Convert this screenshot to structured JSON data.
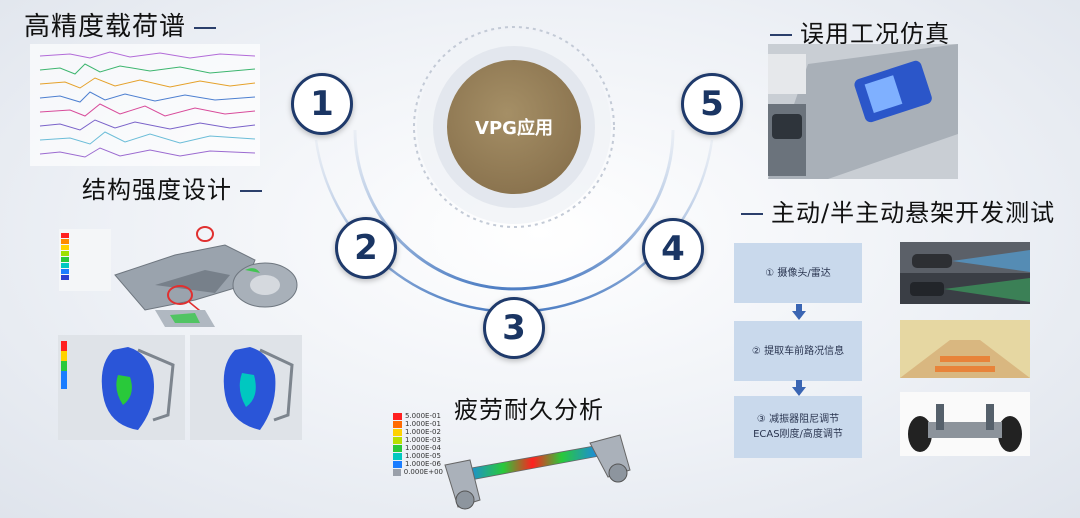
{
  "center": {
    "label": "VPG应用"
  },
  "steps": [
    {
      "number": "1",
      "title": "高精度载荷谱"
    },
    {
      "number": "2",
      "title": "结构强度设计"
    },
    {
      "number": "3",
      "title": "疲劳耐久分析"
    },
    {
      "number": "4",
      "title": "主动/半主动悬架开发测试"
    },
    {
      "number": "5",
      "title": "误用工况仿真"
    }
  ],
  "suspension_flow": [
    {
      "label": "① 摄像头/雷达"
    },
    {
      "label": "② 提取车前路况信息"
    },
    {
      "label": "③ 减振器阻尼调节",
      "label2": "ECAS刚度/高度调节"
    }
  ],
  "fatigue_legend": {
    "entries": [
      "5.000E-01",
      "1.000E-01",
      "1.000E-02",
      "1.000E-03",
      "1.000E-04",
      "1.000E-05",
      "1.000E-06",
      "0.000E+00"
    ],
    "colors": [
      "#ff2020",
      "#ff6a00",
      "#ffd200",
      "#b8e000",
      "#29c93a",
      "#00c8c0",
      "#1a7dff",
      "#9aa0aa"
    ]
  },
  "colors": {
    "accent_navy": "#1f3a6b",
    "center_gold": "#8c7550",
    "flow_box": "#c9d9ec"
  }
}
